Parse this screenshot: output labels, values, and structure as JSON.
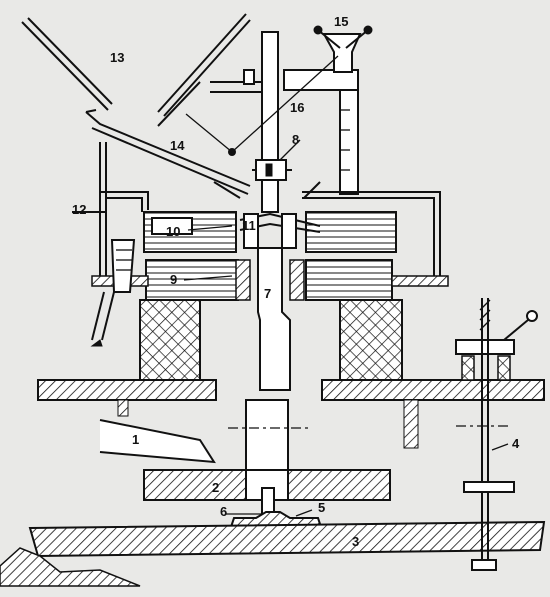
{
  "callouts": {
    "c1": "1",
    "c2": "2",
    "c3": "3",
    "c4": "4",
    "c5": "5",
    "c6": "6",
    "c7": "7",
    "c8": "8",
    "c9": "9",
    "c10": "10",
    "c11": "11",
    "c12": "12",
    "c13": "13",
    "c14": "14",
    "c15": "15",
    "c16": "16"
  },
  "colors": {
    "background": "#e9e9e7",
    "ink": "#111111",
    "part_fill": "#ffffff"
  }
}
